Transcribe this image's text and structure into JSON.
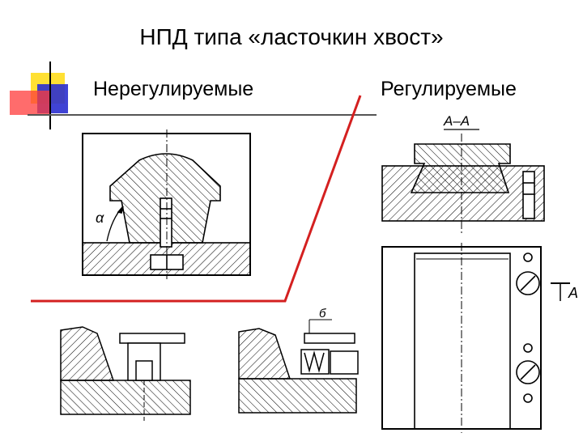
{
  "slide": {
    "title": "НПД типа «ласточкин хвост»",
    "left_heading": "Нерегулируемые",
    "right_heading": "Регулируемые"
  },
  "drawings": {
    "section_label": "A–A",
    "angle_label": "α",
    "view_arrow_label": "A",
    "callout_label": "б"
  },
  "colors": {
    "accent_red": "#d42020",
    "deco_yellow": "#ffe033",
    "deco_blue": "#2b2fcf",
    "deco_red": "#ff3b3b",
    "line": "#000000"
  }
}
